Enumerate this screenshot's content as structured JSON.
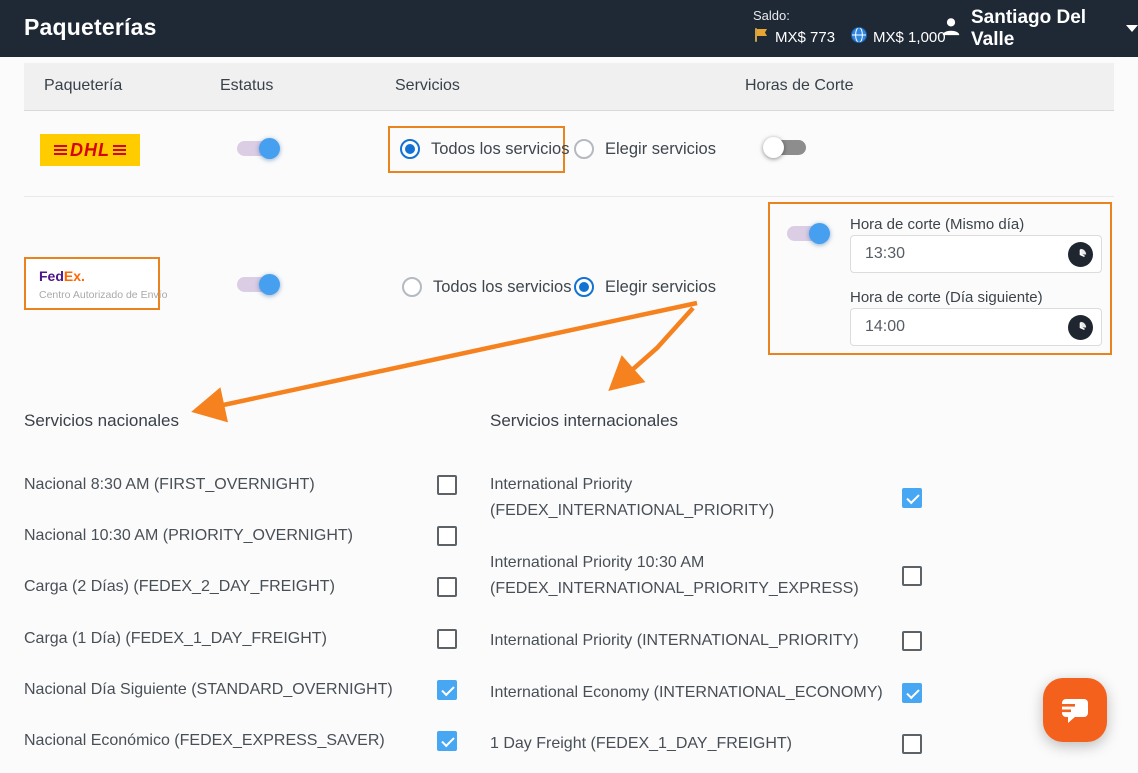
{
  "header": {
    "title": "Paqueterías",
    "saldo_label": "Saldo:",
    "balance_flag": "MX$ 773",
    "balance_globe": "MX$ 1,000",
    "user_name": "Santiago Del Valle"
  },
  "table": {
    "columns": [
      "Paquetería",
      "Estatus",
      "Servicios",
      "Horas de Corte"
    ]
  },
  "radio_options": {
    "all": "Todos los servicios",
    "choose": "Elegir servicios"
  },
  "carriers": [
    {
      "name": "DHL",
      "logo_text": "DHL",
      "status_on": true,
      "selected_all": true,
      "selected_choose": false,
      "cutoff_toggle_on": false
    },
    {
      "name": "FedEx",
      "logo_fed": "Fed",
      "logo_ex": "Ex.",
      "logo_subtitle": "Centro Autorizado de Envío",
      "status_on": true,
      "selected_all": false,
      "selected_choose": true,
      "cutoff_toggle_on": true,
      "cutoff": {
        "same_day_label": "Hora de corte (Mismo día)",
        "same_day_value": "13:30",
        "next_day_label": "Hora de corte (Día siguiente)",
        "next_day_value": "14:00"
      }
    }
  ],
  "services": {
    "national": {
      "title": "Servicios nacionales",
      "items": [
        {
          "label": "Nacional 8:30 AM (FIRST_OVERNIGHT)",
          "checked": false
        },
        {
          "label": "Nacional 10:30 AM (PRIORITY_OVERNIGHT)",
          "checked": false
        },
        {
          "label": "Carga (2 Días) (FEDEX_2_DAY_FREIGHT)",
          "checked": false
        },
        {
          "label": "Carga (1 Día) (FEDEX_1_DAY_FREIGHT)",
          "checked": false
        },
        {
          "label": "Nacional Día Siguiente (STANDARD_OVERNIGHT)",
          "checked": true
        },
        {
          "label": "Nacional Económico (FEDEX_EXPRESS_SAVER)",
          "checked": true
        }
      ]
    },
    "international": {
      "title": "Servicios internacionales",
      "items": [
        {
          "label": "International Priority (FEDEX_INTERNATIONAL_PRIORITY)",
          "checked": true
        },
        {
          "label": "International Priority 10:30 AM (FEDEX_INTERNATIONAL_PRIORITY_EXPRESS)",
          "checked": false
        },
        {
          "label": "International Priority (INTERNATIONAL_PRIORITY)",
          "checked": false
        },
        {
          "label": "International Economy (INTERNATIONAL_ECONOMY)",
          "checked": true
        },
        {
          "label": "1 Day Freight (FEDEX_1_DAY_FREIGHT)",
          "checked": false
        }
      ]
    }
  },
  "colors": {
    "topbar_bg": "#1f2935",
    "accent_orange": "#f5821f",
    "radio_blue": "#1273d4",
    "checkbox_blue": "#47a7f3",
    "dhl_yellow": "#ffcc00",
    "dhl_red": "#d40511",
    "fedex_purple": "#4d148c",
    "fedex_orange": "#ff6600",
    "chat_button": "#f4611d"
  }
}
